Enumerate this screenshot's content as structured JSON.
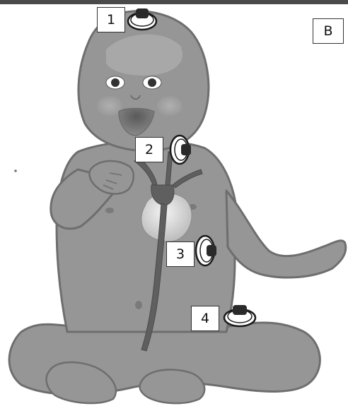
{
  "panel_letter": "B",
  "labels": {
    "sensor_1": "1",
    "sensor_2": "2",
    "sensor_3": "3",
    "sensor_4": "4"
  },
  "colors": {
    "skin": "#969696",
    "skin_outline": "#6e6e6e",
    "skin_highlight": "#a8a8a8",
    "vessel": "#5f5f5f",
    "heart": "#e6e6e6",
    "sensor_ring": "#1a1a1a",
    "sensor_cap": "#2a2a2a"
  },
  "icons": [
    "baby-figure",
    "aorta-vessel",
    "heart-shape",
    "electrode-sensor-icon"
  ]
}
